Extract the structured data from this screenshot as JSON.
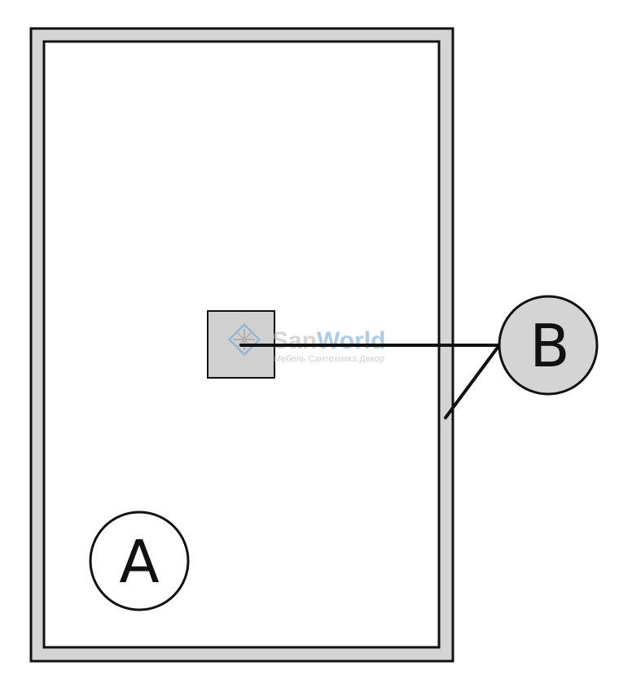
{
  "callouts": {
    "a": {
      "label": "A"
    },
    "b": {
      "label": "B"
    }
  },
  "watermark": {
    "brand_part1": "San",
    "brand_part2": "World",
    "tagline": "Мебель Сантехника Декор",
    "icon": "snowflake-diamond-icon"
  },
  "colors": {
    "frame_fill": "#d4d4d4",
    "panel_fill": "#ffffff",
    "square_fill": "#d0d0d0",
    "callout_b_fill": "#d4d4d4",
    "stroke": "#111111",
    "watermark_gray": "#b5b5b5",
    "watermark_blue": "#6aa6d6"
  }
}
